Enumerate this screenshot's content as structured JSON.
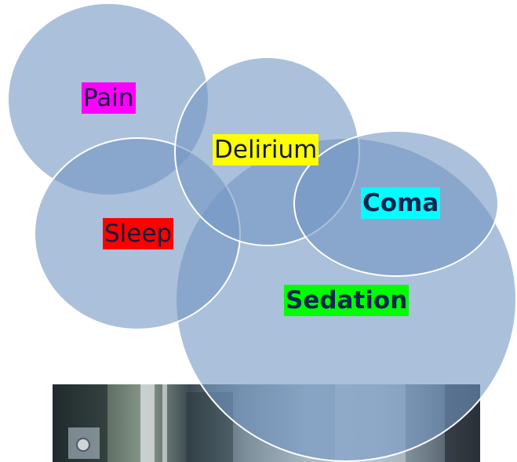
{
  "diagram": {
    "labels": {
      "pain": "Pain",
      "delirium": "Delirium",
      "sleep": "Sleep",
      "coma": "Coma",
      "sedation": "Sedation"
    },
    "highlight_colors": {
      "pain": "#ff00ff",
      "delirium": "#ffff00",
      "sleep": "#ff0000",
      "coma": "#00ffff",
      "sedation": "#00ff00"
    },
    "bubble_color": "#7396c3"
  },
  "photo": {
    "subject": "hospital-icu-equipment"
  }
}
